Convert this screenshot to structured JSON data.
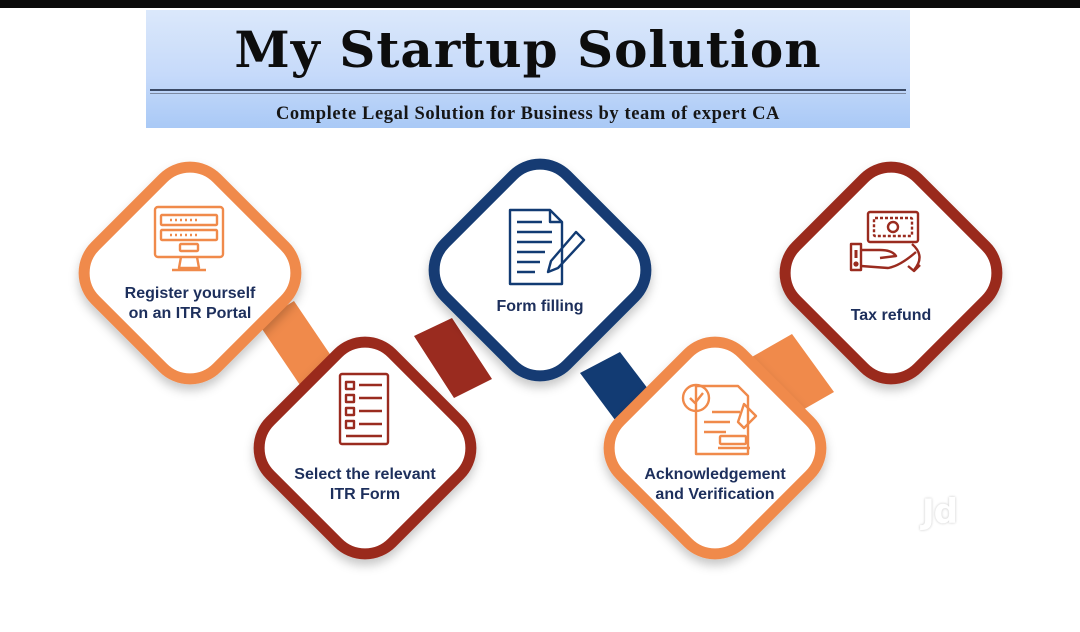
{
  "banner": {
    "title": "My Startup Solution",
    "subtitle": "Complete Legal Solution for Business by team of expert CA"
  },
  "steps": [
    {
      "id": "register",
      "label_line1": "Register yourself",
      "label_line2": "on an ITR Portal",
      "color": "#f08a4b",
      "icon": "computer-login-icon"
    },
    {
      "id": "select",
      "label_line1": "Select the relevant",
      "label_line2": "ITR Form",
      "color": "#9a2b1f",
      "icon": "form-list-icon"
    },
    {
      "id": "form",
      "label_line1": "Form filling",
      "label_line2": "",
      "color": "#123b73",
      "icon": "document-pen-icon"
    },
    {
      "id": "ack",
      "label_line1": "Acknowledgement",
      "label_line2": "and Verification",
      "color": "#f08a4b",
      "icon": "verified-stamp-icon"
    },
    {
      "id": "refund",
      "label_line1": "Tax refund",
      "label_line2": "",
      "color": "#9a2b1f",
      "icon": "money-hand-icon"
    }
  ],
  "colors": {
    "orange": "#f08a4b",
    "maroon": "#9a2b1f",
    "navy": "#123b73",
    "label_text": "#1d2f5c"
  },
  "watermark": "Jd"
}
